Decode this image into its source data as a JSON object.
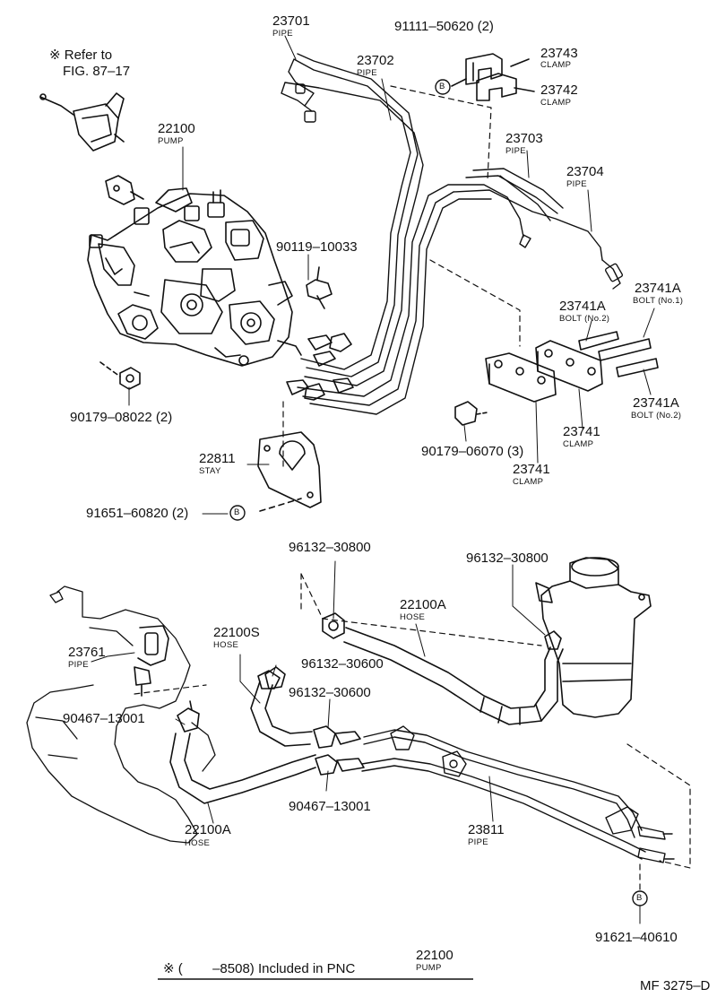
{
  "refer_note": {
    "mark": "※",
    "line1": "Refer to",
    "line2": "FIG. 87–17"
  },
  "parts": {
    "p23701": {
      "number": "23701",
      "name": "PIPE"
    },
    "p23702": {
      "number": "23702",
      "name": "PIPE"
    },
    "p91111": {
      "number": "91111–50620 (2)"
    },
    "p23743": {
      "number": "23743",
      "name": "CLAMP"
    },
    "p23742": {
      "number": "23742",
      "name": "CLAMP"
    },
    "p22100": {
      "number": "22100",
      "name": "PUMP"
    },
    "p23703": {
      "number": "23703",
      "name": "PIPE"
    },
    "p23704": {
      "number": "23704",
      "name": "PIPE"
    },
    "p90119": {
      "number": "90119–10033"
    },
    "p23741A_r": {
      "number": "23741A",
      "name": "BOLT (No.1)"
    },
    "p23741A_l": {
      "number": "23741A",
      "name": "BOLT (No.2)"
    },
    "p23741A_b": {
      "number": "23741A",
      "name": "BOLT (No.2)"
    },
    "p23741_r": {
      "number": "23741",
      "name": "CLAMP"
    },
    "p23741_l": {
      "number": "23741",
      "name": "CLAMP"
    },
    "p90179_08022": {
      "number": "90179–08022 (2)"
    },
    "p90179_06070": {
      "number": "90179–06070 (3)"
    },
    "p22811": {
      "number": "22811",
      "name": "STAY"
    },
    "p91651": {
      "number": "91651–60820 (2)"
    },
    "p96132_a": {
      "number": "96132–30800"
    },
    "p96132_b": {
      "number": "96132–30800"
    },
    "p22100A_top": {
      "number": "22100A",
      "name": "HOSE"
    },
    "p23761": {
      "number": "23761",
      "name": "PIPE"
    },
    "p22100S": {
      "number": "22100S",
      "name": "HOSE"
    },
    "p96132_c": {
      "number": "96132–30600"
    },
    "p96132_d": {
      "number": "96132–30600"
    },
    "p90467_a": {
      "number": "90467–13001"
    },
    "p90467_b": {
      "number": "90467–13001"
    },
    "p22100A_bot": {
      "number": "22100A",
      "name": "HOSE"
    },
    "p23811": {
      "number": "23811",
      "name": "PIPE"
    },
    "p91621": {
      "number": "91621–40610"
    }
  },
  "callout_marker": "B",
  "footnote": {
    "mark": "※",
    "text": "(        –8508) Included in PNC",
    "pnc": "22100",
    "pnc_name": "PUMP"
  },
  "figure_id": "MF 3275–D"
}
